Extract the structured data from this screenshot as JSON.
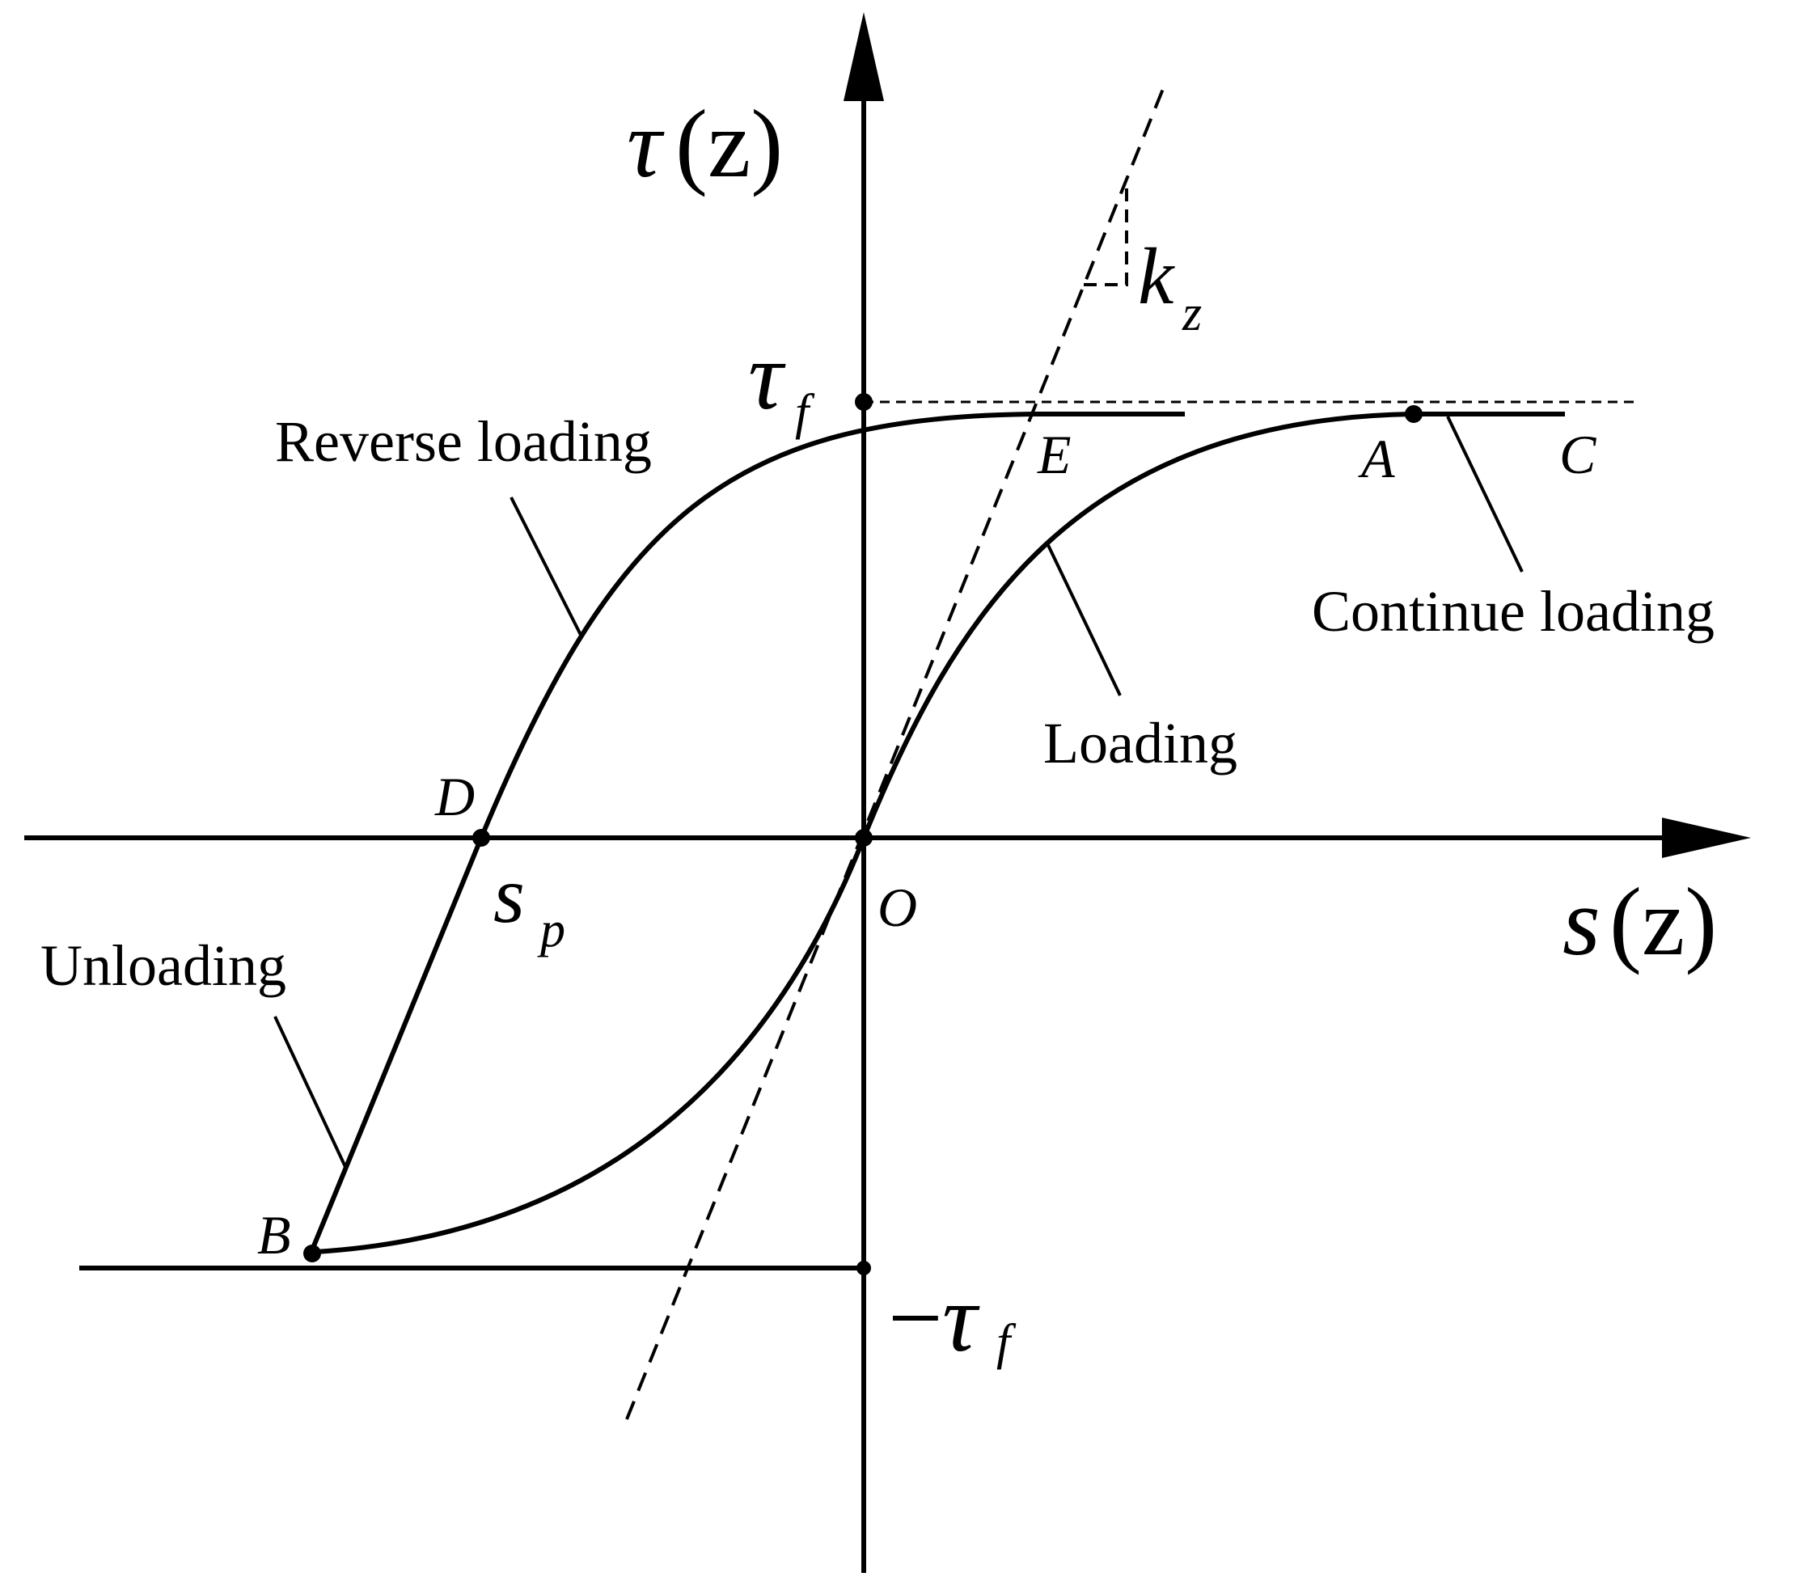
{
  "axes": {
    "y_symbol": "τ",
    "y_arg": "(z)",
    "x_symbol": "s",
    "x_arg": "(z)"
  },
  "symbols": {
    "tau_f_main": "τ",
    "tau_f_sub": "f",
    "neg_tau_f_sign": "−",
    "neg_tau_f_main": "τ",
    "neg_tau_f_sub": "f",
    "k_main": "k",
    "k_sub": "z",
    "s_p_main": "s",
    "s_p_sub": "p"
  },
  "points": {
    "O": "O",
    "A": "A",
    "B": "B",
    "C": "C",
    "D": "D",
    "E": "E"
  },
  "annotations": {
    "reverse_loading": "Reverse loading",
    "continue_loading": "Continue loading",
    "loading": "Loading",
    "unloading": "Unloading"
  }
}
